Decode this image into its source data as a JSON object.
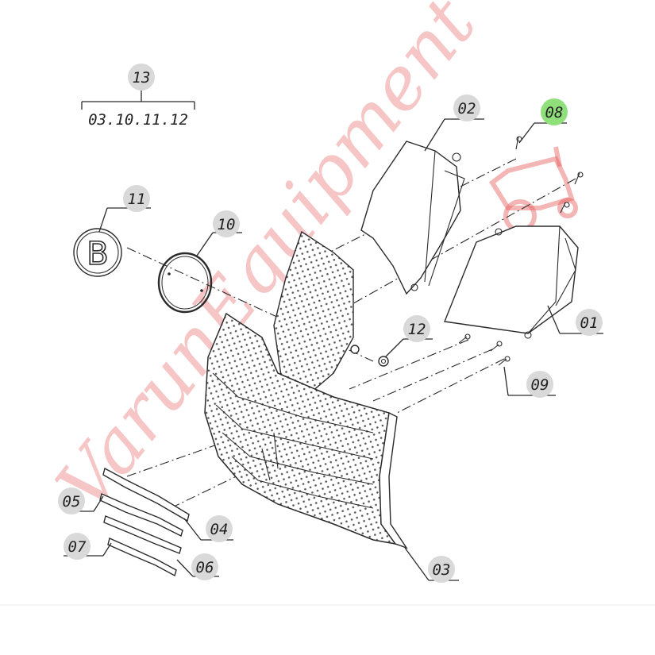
{
  "callouts": [
    {
      "id": "01",
      "label": "01"
    },
    {
      "id": "02",
      "label": "02"
    },
    {
      "id": "03",
      "label": "03"
    },
    {
      "id": "04",
      "label": "04"
    },
    {
      "id": "05",
      "label": "05"
    },
    {
      "id": "06",
      "label": "06"
    },
    {
      "id": "07",
      "label": "07"
    },
    {
      "id": "08",
      "label": "08",
      "highlighted": true
    },
    {
      "id": "09",
      "label": "09"
    },
    {
      "id": "10",
      "label": "10"
    },
    {
      "id": "11",
      "label": "11"
    },
    {
      "id": "12",
      "label": "12"
    },
    {
      "id": "13",
      "label": "13"
    }
  ],
  "kit_note": "03.10.11.12",
  "emblem_letter": "B",
  "watermark": "VarunEquipment",
  "colors": {
    "line": "#2a2a2a",
    "bubble": "#d9d9d9",
    "highlight": "#8fe07a",
    "watermark": "#e65a5a"
  },
  "icons": [
    "tractor-watermark-icon"
  ]
}
